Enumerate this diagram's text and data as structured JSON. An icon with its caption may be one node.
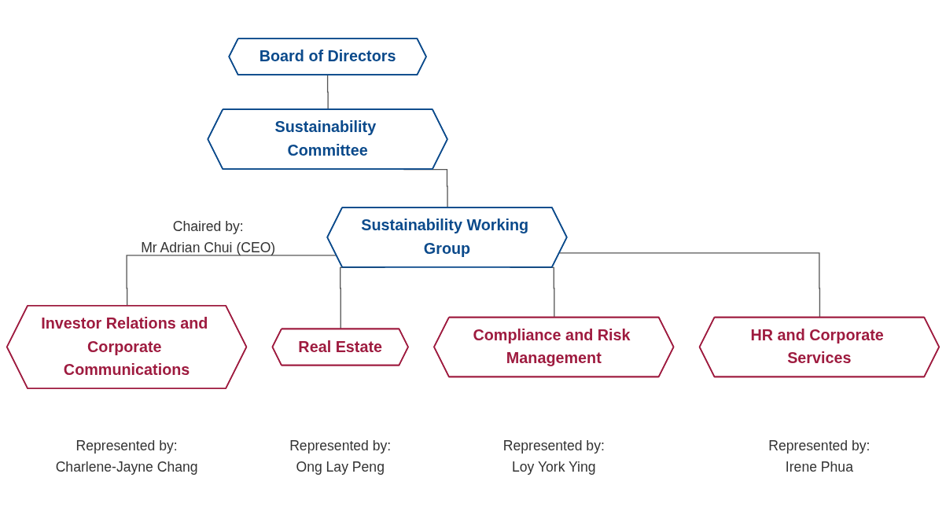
{
  "diagram": {
    "nodes": [
      {
        "text": [
          "Board of Directors"
        ]
      },
      {
        "text": [
          "Sustainability Committee"
        ],
        "beside": [
          "Chaired by:",
          "Mr Adrian Chui (CEO)"
        ]
      },
      {
        "text": [
          "Sustainability Working Group"
        ]
      },
      {
        "text": [
          "Investor Relations and Corporate Communications"
        ],
        "beside": [
          "Represented by:",
          "Charlene-Jayne Chang"
        ]
      },
      {
        "text": [
          "Real Estate"
        ],
        "beside": [
          "Represented by:",
          "Ong Lay Peng"
        ]
      },
      {
        "text": [
          "Compliance and Risk Management"
        ],
        "beside": [
          "Represented by:",
          "Loy York Ying"
        ]
      },
      {
        "text": [
          "HR and Corporate Services"
        ],
        "beside": [
          "Represented by:",
          "Irene Phua"
        ]
      }
    ],
    "edges": [
      {
        "from": 0,
        "to": 1,
        "arrow": "none"
      },
      {
        "from": 1,
        "to": 2,
        "arrow": "none"
      },
      {
        "from": 2,
        "to": 3,
        "arrow": "none"
      },
      {
        "from": 2,
        "to": 4,
        "arrow": "none"
      },
      {
        "from": 2,
        "to": 5,
        "arrow": "none"
      },
      {
        "from": 2,
        "to": 6,
        "arrow": "none"
      }
    ]
  }
}
